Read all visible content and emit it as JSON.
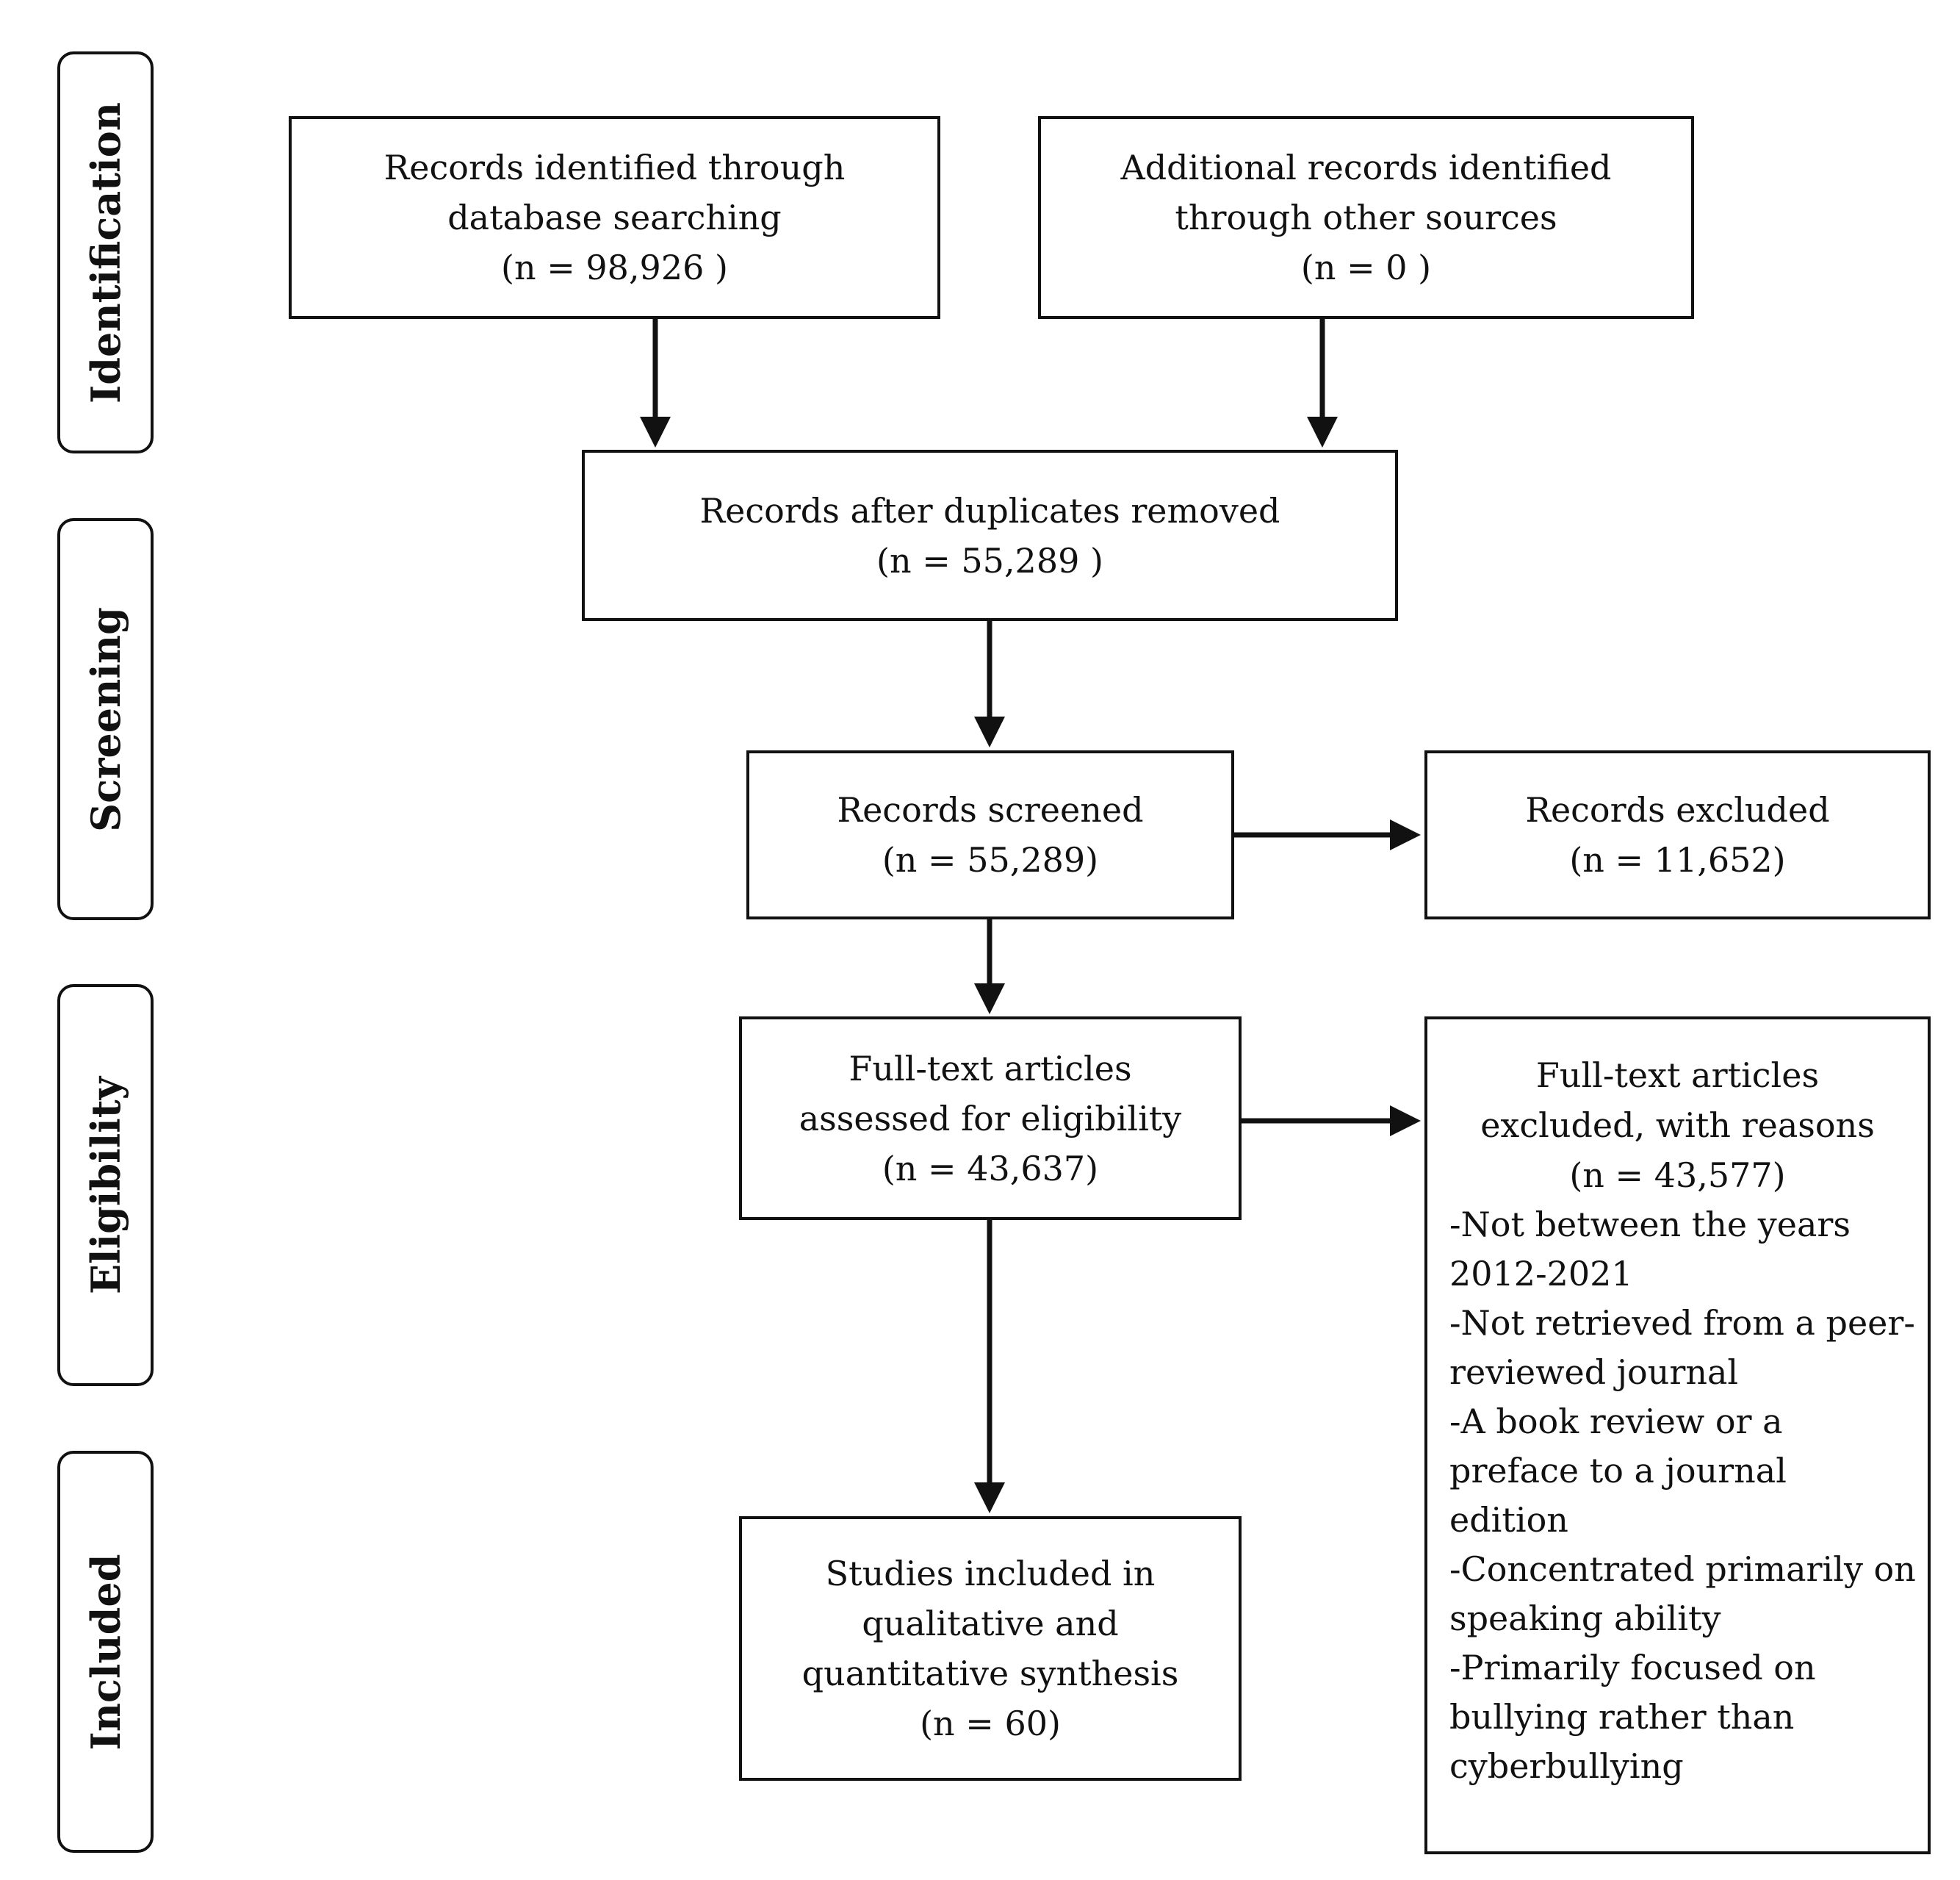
{
  "stages": {
    "identification": "Identification",
    "screening": "Screening",
    "eligibility": "Eligibility",
    "included": "Included"
  },
  "boxes": {
    "database": {
      "text": "Records identified through database searching",
      "count": "(n = 98,926 )"
    },
    "other": {
      "text": "Additional records identified through other sources",
      "count": "(n = 0 )"
    },
    "duplicates": {
      "text": "Records after duplicates removed",
      "count": "(n = 55,289 )"
    },
    "screened": {
      "text": "Records screened",
      "count": "(n = 55,289)"
    },
    "excluded": {
      "text": "Records excluded",
      "count": "(n = 11,652)"
    },
    "fulltext": {
      "text": "Full-text articles assessed for eligibility",
      "count": "(n = 43,637)"
    },
    "fulltext_excluded": {
      "text": "Full-text articles excluded, with reasons",
      "count": "(n = 43,577)",
      "reasons": [
        "-Not between the years 2012-2021",
        "-Not retrieved from a peer-reviewed journal",
        "-A book review or a preface to a journal edition",
        "-Concentrated primarily on speaking ability",
        "-Primarily focused on bullying rather than cyberbullying"
      ]
    },
    "included": {
      "text": "Studies included in qualitative and quantitative synthesis",
      "count": "(n = 60)"
    }
  }
}
